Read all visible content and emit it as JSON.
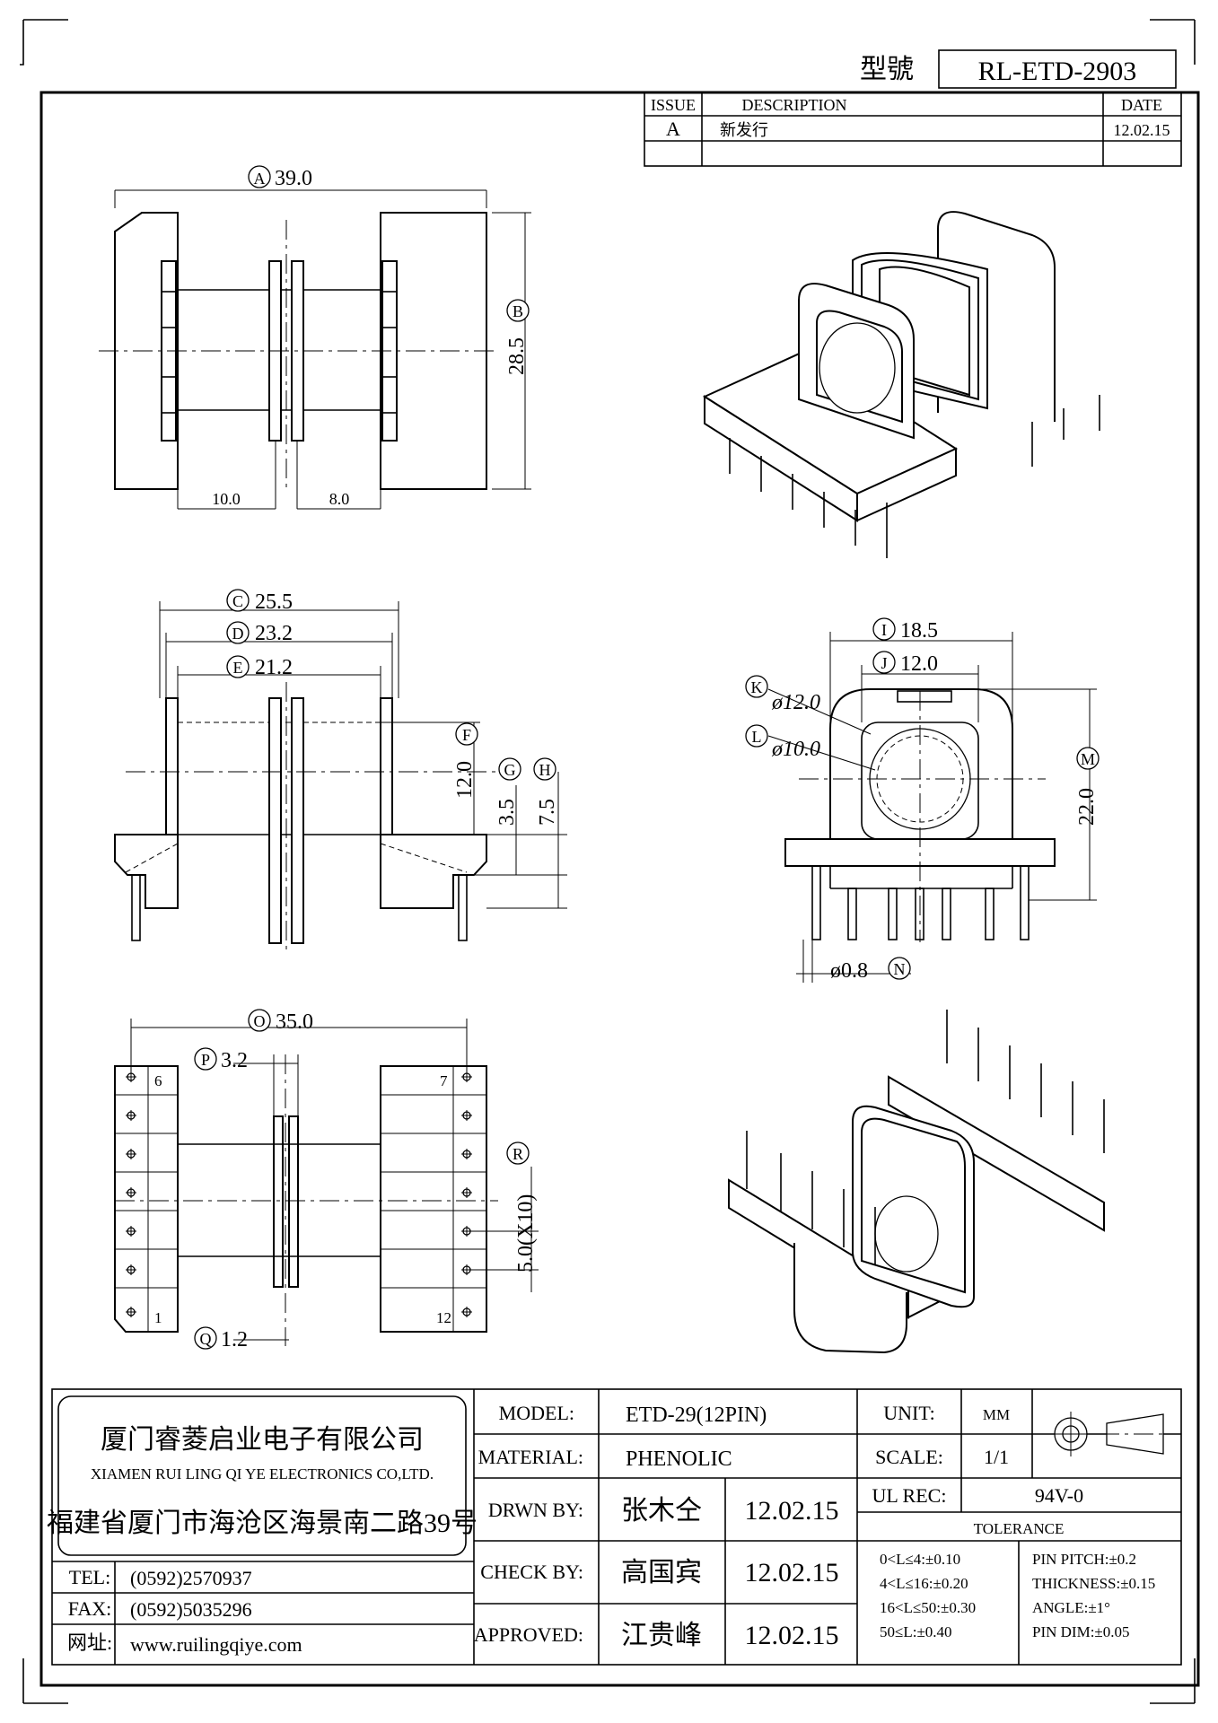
{
  "header": {
    "model_label": "型號",
    "model_number": "RL-ETD-2903"
  },
  "revision": {
    "columns": [
      "ISSUE",
      "DESCRIPTION",
      "DATE"
    ],
    "rows": [
      {
        "issue": "A",
        "description": "新发行",
        "date": "12.02.15"
      }
    ]
  },
  "dimensions": {
    "A": {
      "letter": "A",
      "value": "39.0"
    },
    "B": {
      "letter": "B",
      "value": "28.5"
    },
    "left_span": "10.0",
    "right_span": "8.0",
    "C": {
      "letter": "C",
      "value": "25.5"
    },
    "D": {
      "letter": "D",
      "value": "23.2"
    },
    "E": {
      "letter": "E",
      "value": "21.2"
    },
    "F": {
      "letter": "F",
      "value": "12.0"
    },
    "G": {
      "letter": "G",
      "value": "3.5"
    },
    "H": {
      "letter": "H",
      "value": "7.5"
    },
    "I": {
      "letter": "I",
      "value": "18.5"
    },
    "J": {
      "letter": "J",
      "value": "12.0"
    },
    "K": {
      "letter": "K",
      "value": "ø12.0"
    },
    "L": {
      "letter": "L",
      "value": "ø10.0"
    },
    "M": {
      "letter": "M",
      "value": "22.0"
    },
    "N": {
      "letter": "N",
      "value": "ø0.8"
    },
    "O": {
      "letter": "O",
      "value": "35.0"
    },
    "P": {
      "letter": "P",
      "value": "3.2"
    },
    "Q": {
      "letter": "Q",
      "value": "1.2"
    },
    "R": {
      "letter": "R",
      "value": "5.0(X10)"
    }
  },
  "pin_numbers": {
    "top_left": "6",
    "top_right": "7",
    "bottom_left": "1",
    "bottom_right": "12"
  },
  "title_block": {
    "company_cn": "厦门睿菱启业电子有限公司",
    "company_en": "XIAMEN RUI LING QI YE ELECTRONICS CO,LTD.",
    "address": "福建省厦门市海沧区海景南二路39号",
    "tel_label": "TEL:",
    "tel": "(0592)2570937",
    "fax_label": "FAX:",
    "fax": "(0592)5035296",
    "web_label": "网址:",
    "web": "www.ruilingqiye.com",
    "model_label": "MODEL:",
    "model": "ETD-29(12PIN)",
    "material_label": "MATERIAL:",
    "material": "PHENOLIC",
    "drawn_label": "DRWN BY:",
    "drawn_name": "张木仝",
    "drawn_date": "12.02.15",
    "check_label": "CHECK BY:",
    "check_name": "高国宾",
    "check_date": "12.02.15",
    "approved_label": "APPROVED:",
    "approved_name": "江贵峰",
    "approved_date": "12.02.15",
    "unit_label": "UNIT:",
    "unit": "MM",
    "scale_label": "SCALE:",
    "scale": "1/1",
    "ul_label": "UL REC:",
    "ul": "94V-0",
    "tolerance_title": "TOLERANCE",
    "tolerances": [
      "0<L≤4:±0.10",
      "4<L≤16:±0.20",
      "16<L≤50:±0.30",
      "50≤L:±0.40"
    ],
    "pin_tolerances": [
      "PIN PITCH:±0.2",
      "THICKNESS:±0.15",
      "ANGLE:±1°",
      "PIN DIM:±0.05"
    ]
  }
}
